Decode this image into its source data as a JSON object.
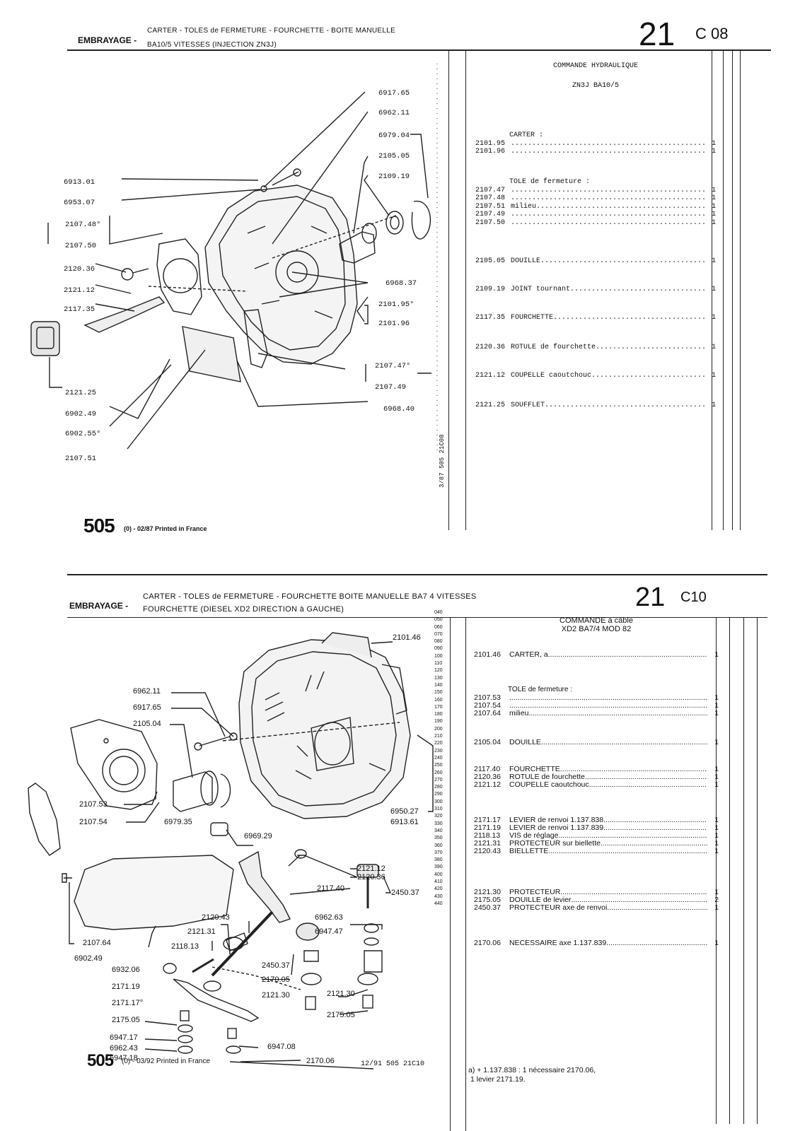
{
  "top": {
    "section": "EMBRAYAGE -",
    "title_line1": "CARTER - TOLES de FERMETURE - FOURCHETTE - BOITE MANUELLE",
    "title_line2": "BA10/5 VITESSES (INJECTION ZN3J)",
    "group": "21",
    "plate": "C 08",
    "footer_model": "505",
    "footer_print": "(0) - 02/87 Printed in France",
    "vertical_code": "3/87 505 21C08",
    "callouts": [
      "6917.65",
      "6962.11",
      "6979.04",
      "2105.05",
      "2109.19",
      "6913.01",
      "6953.07",
      "2107.48°",
      "2107.50",
      "2120.36",
      "2121.12",
      "2117.35",
      "6968.37",
      "2101.95°",
      "2101.96",
      "2107.47°",
      "2107.49",
      "2121.25",
      "6902.49",
      "6902.55°",
      "6968.40",
      "2107.51"
    ],
    "parts_title": "COMMANDE HYDRAULIQUE",
    "parts_subtitle": "ZN3J BA10/5",
    "groups": [
      {
        "heading": "CARTER :",
        "items": [
          {
            "ref": "2101.95",
            "label": "",
            "qty": "1"
          },
          {
            "ref": "2101.96",
            "label": "",
            "qty": "1"
          }
        ]
      },
      {
        "heading": "TOLE de fermeture :",
        "items": [
          {
            "ref": "2107.47",
            "label": "",
            "qty": "1"
          },
          {
            "ref": "2107.48",
            "label": "",
            "qty": "1"
          },
          {
            "ref": "2107.51",
            "label": "milieu",
            "qty": "1"
          },
          {
            "ref": "2107.49",
            "label": "",
            "qty": "1"
          },
          {
            "ref": "2107.50",
            "label": "",
            "qty": "1"
          }
        ]
      },
      {
        "heading": "",
        "items": [
          {
            "ref": "2105.05",
            "label": "DOUILLE",
            "qty": "1"
          }
        ]
      },
      {
        "heading": "",
        "items": [
          {
            "ref": "2109.19",
            "label": "JOINT tournant",
            "qty": "1"
          }
        ]
      },
      {
        "heading": "",
        "items": [
          {
            "ref": "2117.35",
            "label": "FOURCHETTE",
            "qty": "1"
          }
        ]
      },
      {
        "heading": "",
        "items": [
          {
            "ref": "2120.36",
            "label": "ROTULE de fourchette",
            "qty": "1"
          }
        ]
      },
      {
        "heading": "",
        "items": [
          {
            "ref": "2121.12",
            "label": "COUPELLE caoutchouc",
            "qty": "1"
          }
        ]
      },
      {
        "heading": "",
        "items": [
          {
            "ref": "2121.25",
            "label": "SOUFFLET",
            "qty": "1"
          }
        ]
      }
    ]
  },
  "bottom": {
    "section": "EMBRAYAGE -",
    "title_line1": "CARTER - TOLES de FERMETURE - FOURCHETTE BOITE MANUELLE BA7 4 VITESSES",
    "title_line2": "FOURCHETTE (DIESEL XD2 DIRECTION à GAUCHE)",
    "group": "21",
    "plate": "C10",
    "footer_model": "505",
    "footer_print": "(0) - 03/92 Printed in France",
    "footer_code": "12/91 505 21C10",
    "callouts": [
      "2101.46",
      "6962.11",
      "6917.65",
      "2105.04",
      "2107.53",
      "2107.54",
      "6979.35",
      "6969.29",
      "6950.27",
      "6913.61",
      "2121.12",
      "2120.36",
      "2117.40",
      "2450.37",
      "2120.43",
      "6962.63",
      "2121.31",
      "6947.47",
      "2118.13",
      "2107.64",
      "6902.49",
      "6932.06",
      "2450.37",
      "2170.05",
      "2171.19",
      "2121.30",
      "2121.30",
      "2171.17°",
      "2175.05",
      "2175.05",
      "6947.17",
      "6947.08",
      "6962.43",
      "6947.18",
      "2170.06"
    ],
    "scale": [
      "040",
      "050",
      "060",
      "070",
      "080",
      "090",
      "100",
      "110",
      "120",
      "130",
      "140",
      "150",
      "160",
      "170",
      "180",
      "190",
      "200",
      "210",
      "220",
      "230",
      "240",
      "250",
      "260",
      "270",
      "280",
      "290",
      "300",
      "310",
      "320",
      "330",
      "340",
      "350",
      "360",
      "370",
      "380",
      "390",
      "400",
      "410",
      "420",
      "430",
      "440"
    ],
    "parts_title": "COMMANDE à câble",
    "parts_subtitle": "XD2    BA7/4    MOD 82",
    "groups": [
      {
        "heading": "",
        "items": [
          {
            "ref": "2101.46",
            "label": "CARTER,  a",
            "qty": "1"
          }
        ]
      },
      {
        "heading": "TOLE de fermeture :",
        "items": [
          {
            "ref": "2107.53",
            "label": "",
            "qty": "1"
          },
          {
            "ref": "2107.54",
            "label": "",
            "qty": "1"
          },
          {
            "ref": "2107.64",
            "label": "milieu",
            "qty": "1"
          }
        ]
      },
      {
        "heading": "",
        "items": [
          {
            "ref": "2105.04",
            "label": "DOUILLE",
            "qty": "1"
          }
        ]
      },
      {
        "heading": "",
        "items": [
          {
            "ref": "2117.40",
            "label": "FOURCHETTE",
            "qty": "1"
          },
          {
            "ref": "2120.36",
            "label": "ROTULE de fourchette",
            "qty": "1"
          },
          {
            "ref": "2121.12",
            "label": "COUPELLE caoutchouc",
            "qty": "1"
          }
        ]
      },
      {
        "heading": "",
        "items": [
          {
            "ref": "2171.17",
            "label": "LEVIER de renvoi  1.137.838",
            "qty": "1"
          },
          {
            "ref": "2171.19",
            "label": "LEVIER de renvoi  1.137.839",
            "qty": "1"
          },
          {
            "ref": "2118.13",
            "label": "VIS de réglage",
            "qty": "1"
          },
          {
            "ref": "2121.31",
            "label": "PROTECTEUR sur biellette",
            "qty": "1"
          },
          {
            "ref": "2120.43",
            "label": "BIELLETTE",
            "qty": "1"
          }
        ]
      },
      {
        "heading": "",
        "items": [
          {
            "ref": "2121.30",
            "label": "PROTECTEUR",
            "qty": "1"
          },
          {
            "ref": "2175.05",
            "label": "DOUILLE de levier",
            "qty": "2"
          },
          {
            "ref": "2450.37",
            "label": "PROTECTEUR axe de renvoi",
            "qty": "1"
          }
        ]
      },
      {
        "heading": "",
        "items": [
          {
            "ref": "2170.06",
            "label": "NECESSAIRE  axe  1.137.839",
            "qty": "1"
          }
        ]
      }
    ],
    "note_line1": "a)  +   1.137.838 : 1 nécessaire 2170.06,",
    "note_line2": "1 levier 2171.19."
  }
}
